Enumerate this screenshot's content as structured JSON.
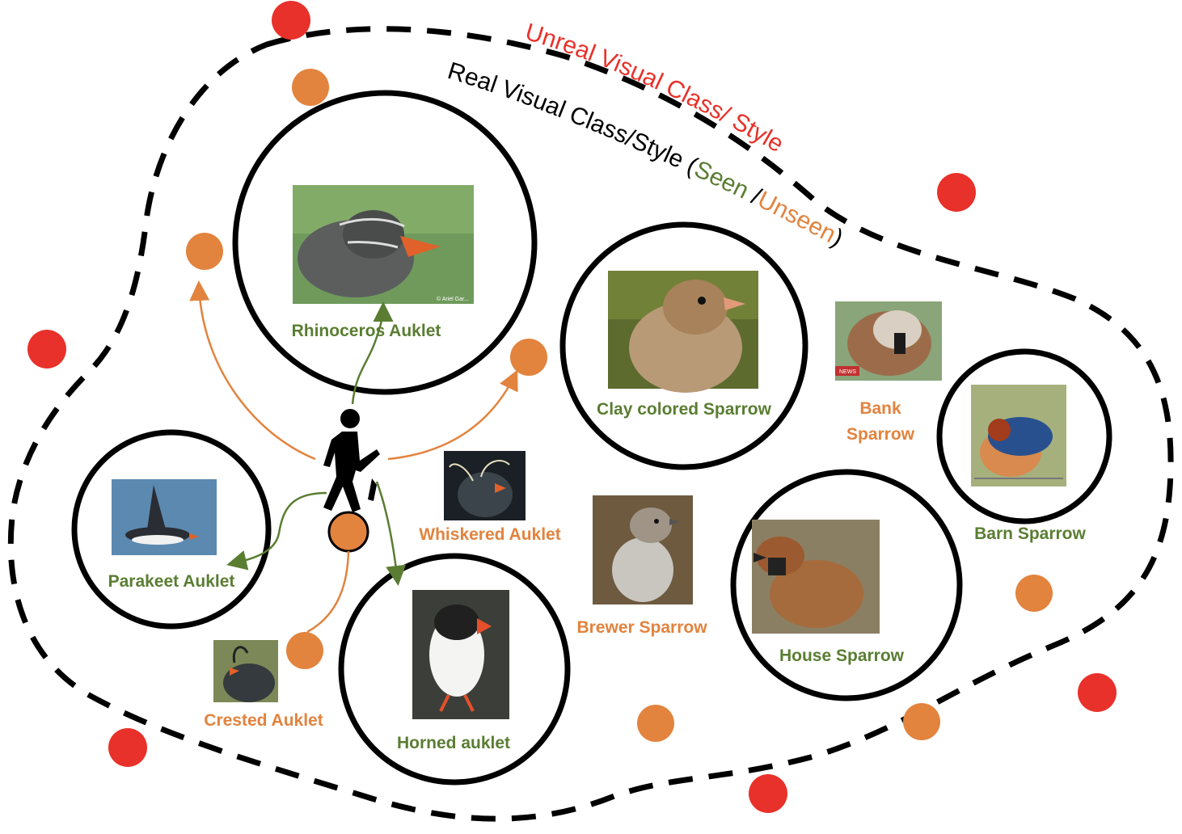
{
  "boundary": {
    "unreal_label": "Unreal Visual Class/ Style",
    "real_label_prefix": "Real Visual Class/Style (",
    "real_label_seen": "Seen",
    "real_label_sep": " /",
    "real_label_unseen": "Unseen",
    "real_label_suffix": ")"
  },
  "seen_classes": [
    {
      "key": "rhinoceros",
      "label": "Rhinoceros Auklet"
    },
    {
      "key": "clay",
      "label": "Clay colored Sparrow"
    },
    {
      "key": "parakeet",
      "label": "Parakeet Auklet"
    },
    {
      "key": "horned",
      "label": "Horned auklet"
    },
    {
      "key": "house",
      "label": "House Sparrow"
    },
    {
      "key": "barn",
      "label": "Barn  Sparrow"
    }
  ],
  "unseen_classes": [
    {
      "key": "bank",
      "line1": "Bank",
      "line2": "Sparrow"
    },
    {
      "key": "whiskered",
      "label": "Whiskered  Auklet"
    },
    {
      "key": "brewer",
      "label": "Brewer Sparrow"
    },
    {
      "key": "crested",
      "label": "Crested  Auklet"
    }
  ],
  "photo_watermarks": {
    "rhinoceros": "© Ariel Gar...",
    "bank": "NEWS"
  },
  "colors": {
    "seen": "#5a7d32",
    "unseen": "#e2833e",
    "unreal": "#e8312a",
    "outline": "#000000"
  },
  "icons": [
    "walking-person-icon"
  ]
}
